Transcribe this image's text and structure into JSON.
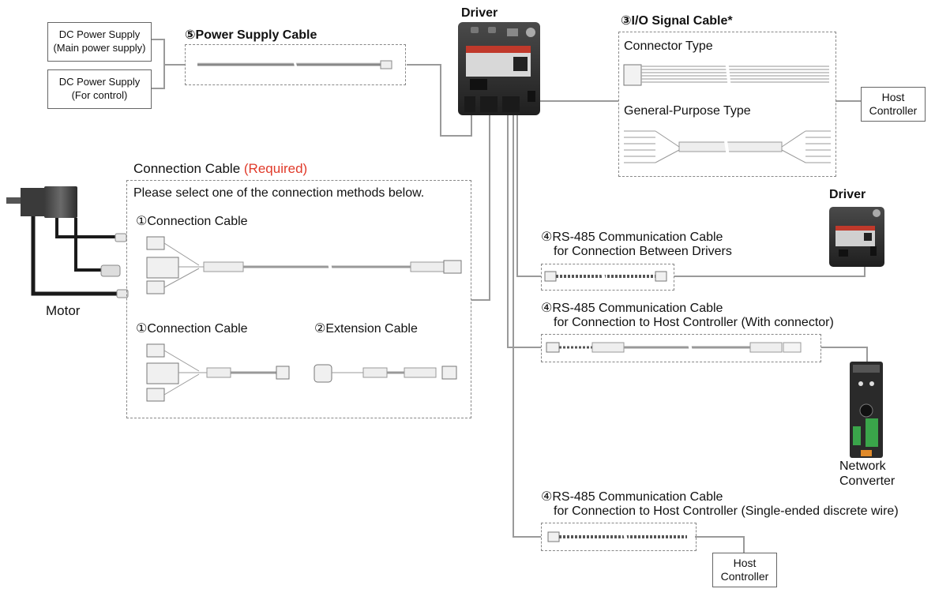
{
  "power": {
    "main_line1": "DC Power Supply",
    "main_line2": "(Main power supply)",
    "ctrl_line1": "DC Power Supply",
    "ctrl_line2": "(For control)",
    "cable_label": "⑤Power Supply Cable"
  },
  "driver": {
    "title": "Driver",
    "title2": "Driver"
  },
  "io": {
    "title": "③I/O Signal Cable*",
    "connector_type": "Connector Type",
    "general_type": "General-Purpose Type",
    "host_line1": "Host",
    "host_line2": "Controller"
  },
  "connection": {
    "title": "Connection Cable",
    "required": "(Required)",
    "instruction": "Please select one of the connection methods below.",
    "cable1_label": "①Connection Cable",
    "cable1b_label": "①Connection Cable",
    "extension_label": "②Extension Cable"
  },
  "motor": {
    "label": "Motor"
  },
  "rs485": {
    "a_line1": "④RS-485 Communication Cable",
    "a_line2": "for Connection Between Drivers",
    "b_line1": "④RS-485 Communication Cable",
    "b_line2": "for Connection to Host Controller (With connector)",
    "c_line1": "④RS-485 Communication Cable",
    "c_line2": "for Connection to Host Controller (Single-ended discrete wire)",
    "host_line1": "Host",
    "host_line2": "Controller"
  },
  "converter": {
    "line1": "Network",
    "line2": "Converter"
  },
  "colors": {
    "required": "#e03a2a",
    "line": "#9a9a9a",
    "device": "#2e2e2e"
  }
}
